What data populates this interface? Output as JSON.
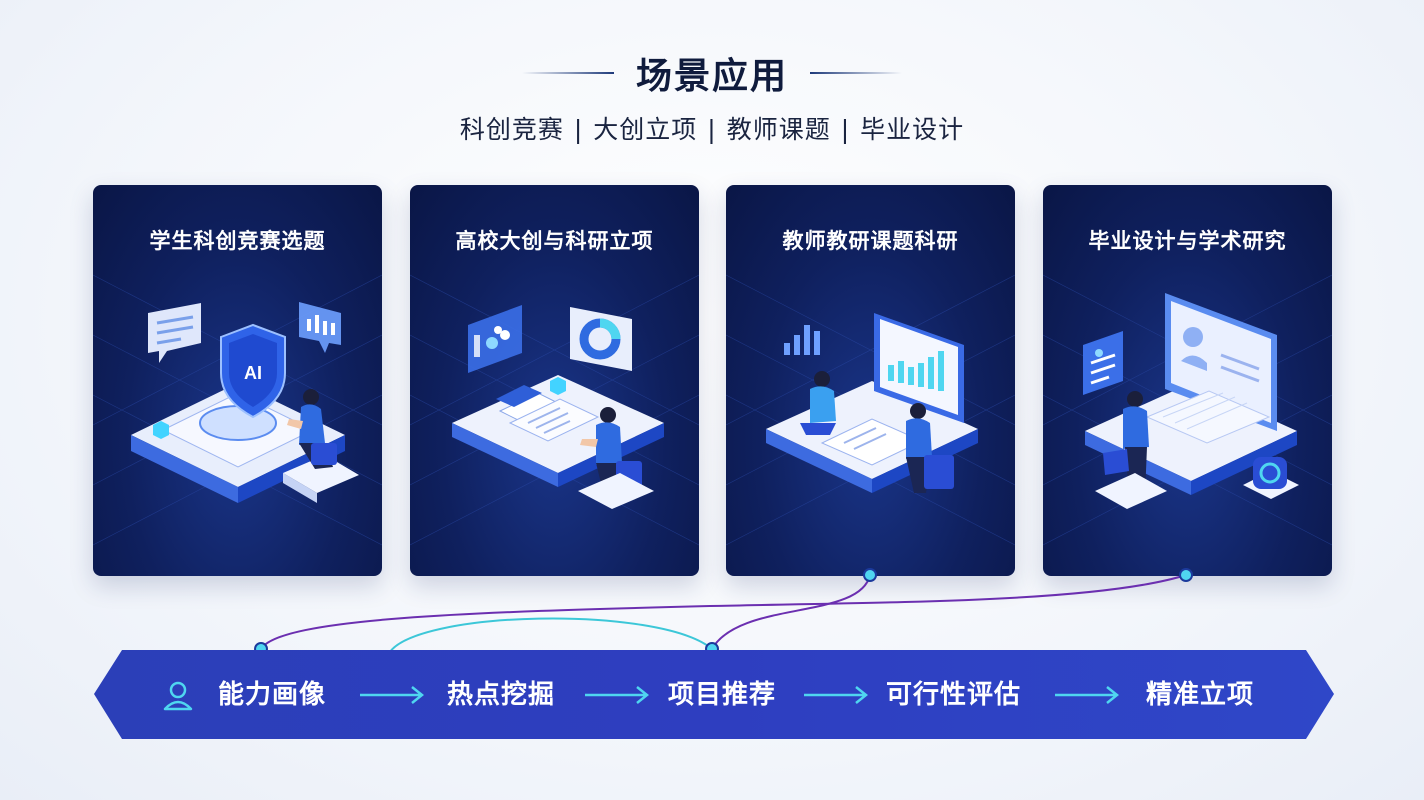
{
  "header": {
    "title": "场景应用",
    "subtitle_items": [
      "科创竞赛",
      "大创立项",
      "教师课题",
      "毕业设计"
    ],
    "subtitle_separator": "|"
  },
  "cards": [
    {
      "title": "学生科创竞赛选题",
      "badge_text": "AI"
    },
    {
      "title": "高校大创与科研立项"
    },
    {
      "title": "教师教研课题科研"
    },
    {
      "title": "毕业设计与学术研究"
    }
  ],
  "flow": {
    "steps": [
      "能力画像",
      "热点挖掘",
      "项目推荐",
      "可行性评估",
      "精准立项"
    ],
    "start_icon": "user-icon",
    "arrow_icon": "arrow-right-icon"
  },
  "colors": {
    "card_bg": "#0f205e",
    "banner_bg": "#2a3fb8",
    "accent_cyan": "#4fd6f0",
    "accent_purple": "#6b2fb0",
    "title_text": "#0f1b3d"
  }
}
